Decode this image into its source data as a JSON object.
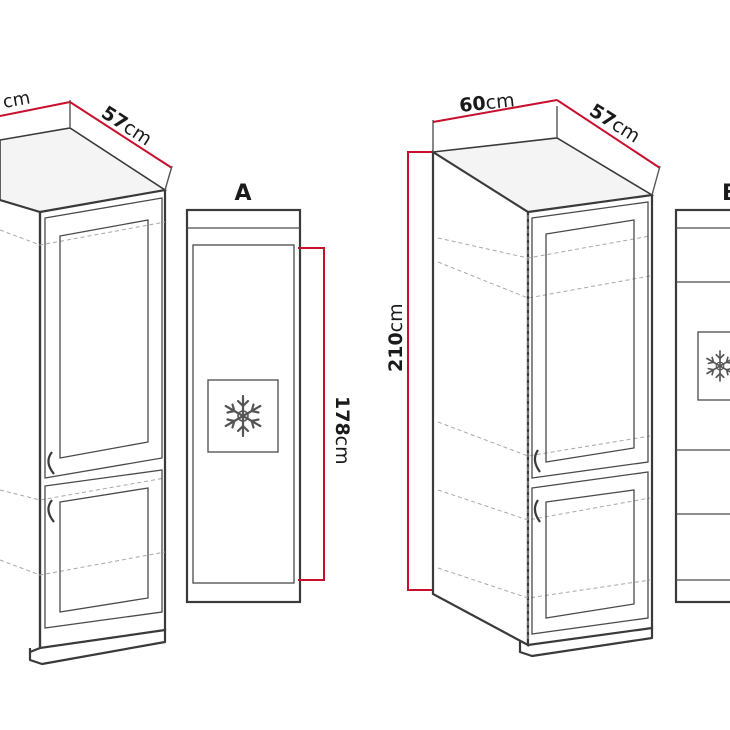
{
  "cabinet_a": {
    "width_label": "cm",
    "depth_label": "57cm",
    "depth_num": "57",
    "unit": "cm",
    "panel_letter": "A",
    "panel_height_num": "178",
    "panel_height_unit": "cm",
    "panel_icon": "snowflake-icon"
  },
  "cabinet_b": {
    "width_num": "60",
    "depth_num": "57",
    "height_num": "210",
    "unit": "cm",
    "panel_letter": "B",
    "panel_icon": "snowflake-icon"
  },
  "colors": {
    "dimension_line": "#c8102e",
    "outline": "#3a3a3a",
    "hidden_line": "#a8a8a8"
  }
}
